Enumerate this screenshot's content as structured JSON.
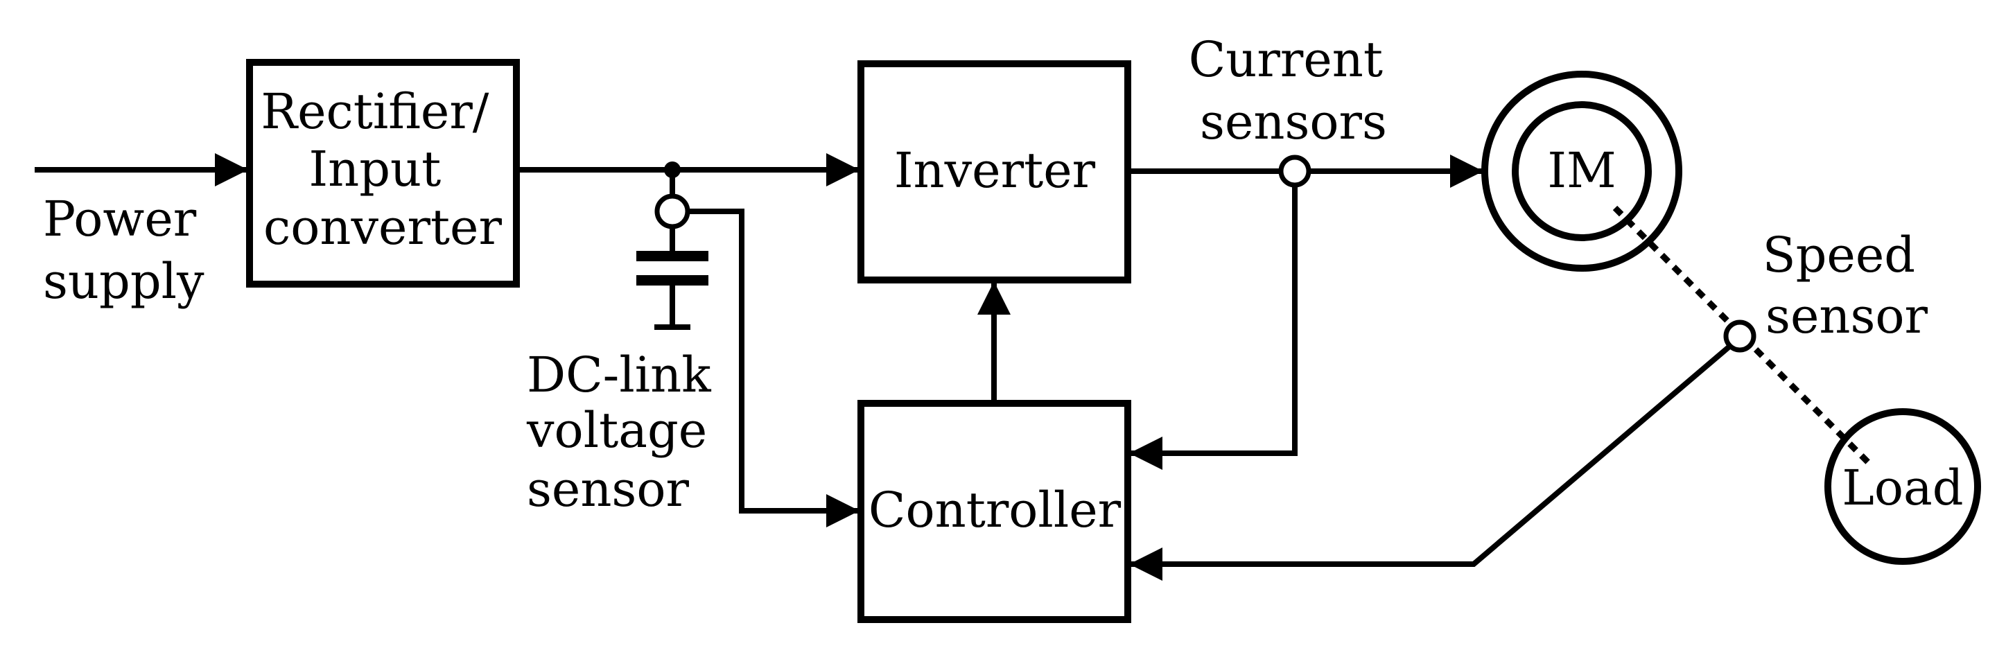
{
  "colors": {
    "stroke": "#000000",
    "background": "#ffffff"
  },
  "labels": {
    "power_supply": [
      "Power",
      "supply"
    ],
    "rectifier": [
      "Rectifier/",
      "Input",
      "converter"
    ],
    "inverter": "Inverter",
    "controller": "Controller",
    "current_sensors": [
      "Current",
      "sensors"
    ],
    "motor": "IM",
    "speed_sensor": [
      "Speed",
      "sensor"
    ],
    "load": "Load",
    "dc_link_sensor": [
      "DC-link",
      "voltage",
      "sensor"
    ]
  }
}
